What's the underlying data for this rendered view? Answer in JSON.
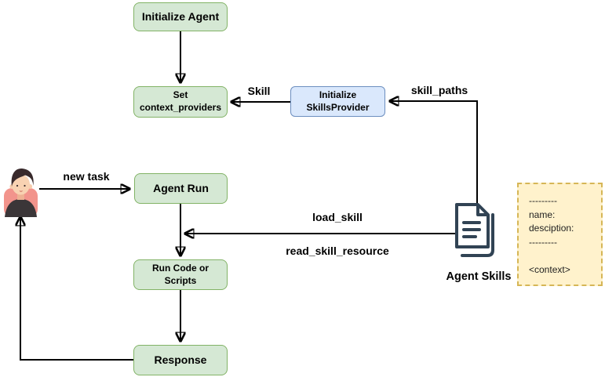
{
  "colors": {
    "green_fill": "#d5e8d4",
    "green_border": "#82b366",
    "blue_fill": "#dae8fc",
    "blue_border": "#6c8ebf",
    "note_fill": "#fff2cc",
    "note_border": "#d6b656",
    "edge": "#000000",
    "doc_icon": "#314354",
    "avatar_bg": "#f2948c"
  },
  "nodes": {
    "initialize_agent": "Initialize Agent",
    "set_context_providers": "Set\ncontext_providers",
    "initialize_skills_provider": "Initialize\nSkillsProvider",
    "agent_run": "Agent Run",
    "run_code_or_scripts": "Run Code or\nScripts",
    "response": "Response"
  },
  "edge_labels": {
    "skill": "Skill",
    "skill_paths": "skill_paths",
    "new_task": "new task",
    "load_skill": "load_skill",
    "read_skill_resource": "read_skill_resource"
  },
  "artifacts": {
    "agent_skills_label": "Agent Skills",
    "note": {
      "lines": [
        "---------",
        "name:",
        "desciption:",
        "---------",
        "",
        "<context>"
      ]
    }
  }
}
